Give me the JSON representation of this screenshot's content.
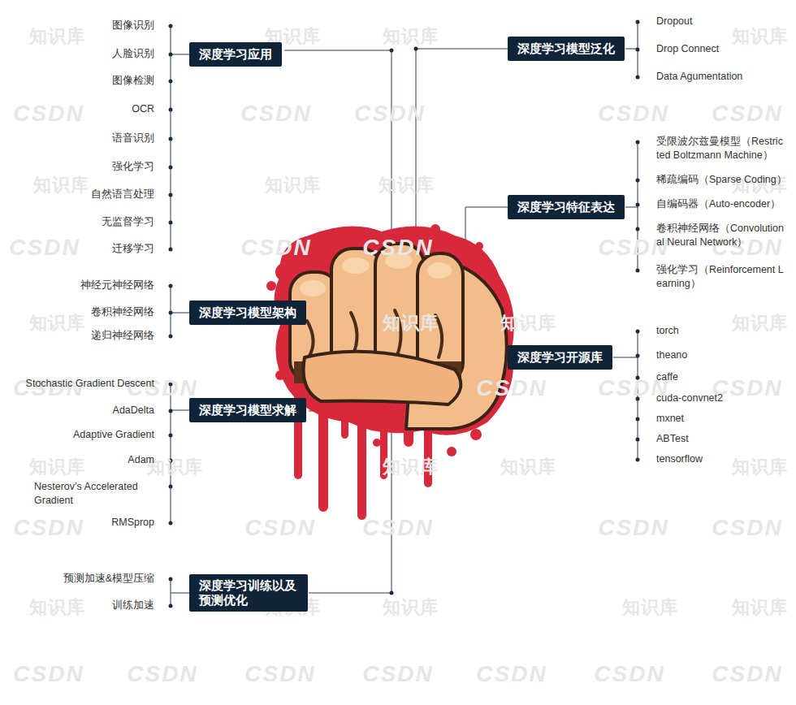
{
  "diagram": {
    "nodes": [
      {
        "text": [
          "深度学习应用"
        ]
      },
      {
        "text": [
          "深度学习模型泛化"
        ]
      },
      {
        "text": [
          "深度学习特征表达"
        ]
      },
      {
        "text": [
          "深度学习模型架构"
        ]
      },
      {
        "text": [
          "深度学习开源库"
        ]
      },
      {
        "text": [
          "深度学习模型求解"
        ]
      },
      {
        "text": [
          "深度学习训练以及预测优化"
        ]
      }
    ],
    "labels": [
      "图像识别",
      "人脸识别",
      "图像检测",
      "OCR",
      "语音识别",
      "强化学习",
      "自然语言处理",
      "无监督学习",
      "迁移学习",
      "Dropout",
      "Drop Connect",
      "Data Agumentation",
      "受限波尔兹曼模型（Restricted Boltzmann Machine）",
      "稀疏编码（Sparse Coding）",
      "自编码器（Auto-encoder）",
      "卷积神经网络（Convolutional Neural Network）",
      "强化学习（Reinforcement Learning）",
      "神经元神经网络",
      "卷积神经网络",
      "递归神经网络",
      "torch",
      "theano",
      "caffe",
      "cuda-convnet2",
      "mxnet",
      "ABTest",
      "tensorflow",
      "Stochastic Gradient Descent",
      "AdaDelta",
      "Adaptive Gradient",
      "Adam",
      "Nesterov’s Accelerated Gradient",
      "RMSprop",
      "预测加速&模型压缩",
      "训练加速",
      "知识库",
      "知识库",
      "知识库",
      "知识库",
      "CSDN",
      "CSDN",
      "CSDN",
      "CSDN",
      "CSDN",
      "知识库",
      "知识库",
      "知识库",
      "知识库",
      "CSDN",
      "CSDN",
      "CSDN",
      "CSDN",
      "CSDN",
      "知识库",
      "知识库",
      "知识库",
      "知识库",
      "CSDN",
      "CSDN",
      "CSDN",
      "CSDN",
      "CSDN",
      "知识库",
      "知识库",
      "知识库",
      "知识库",
      "知识库",
      "CSDN",
      "CSDN",
      "CSDN",
      "CSDN",
      "CSDN",
      "知识库",
      "知识库",
      "知识库",
      "知识库",
      "知识库",
      "CSDN",
      "CSDN",
      "CSDN",
      "CSDN",
      "CSDN",
      "CSDN",
      "CSDN"
    ]
  }
}
